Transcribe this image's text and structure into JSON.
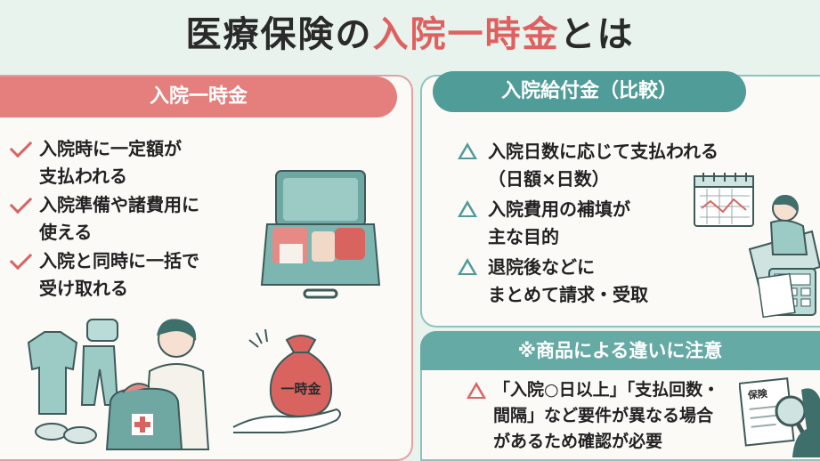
{
  "title": {
    "prefix": "医療保険の",
    "accent": "入院一時金",
    "suffix": "とは"
  },
  "left": {
    "header": "入院一時金",
    "items": [
      {
        "line1": "入院時に一定額が",
        "line2": "支払われる"
      },
      {
        "line1": "入院準備や諸費用に",
        "line2": "使える"
      },
      {
        "line1": "入院と同時に一括で",
        "line2": "受け取れる"
      }
    ],
    "bag_label": "一時金"
  },
  "right": {
    "header": "入院給付金（比較）",
    "items": [
      {
        "line1": "入院日数に応じて支払われる",
        "line2": "（日額×日数）"
      },
      {
        "line1": "入院費用の補填が",
        "line2": "主な目的"
      },
      {
        "line1": "退院後などに",
        "line2": "まとめて請求・受取"
      }
    ]
  },
  "note": {
    "header": "※商品による違いに注意",
    "line1": "「入院○日以上」「支払回数・",
    "line2": "間隔」など要件が異なる場合",
    "line3": "があるため確認が必要",
    "doc_label": "保険"
  },
  "colors": {
    "accent_red": "#e0605f",
    "teal": "#4f9c98",
    "background": "#e9f3ee"
  }
}
